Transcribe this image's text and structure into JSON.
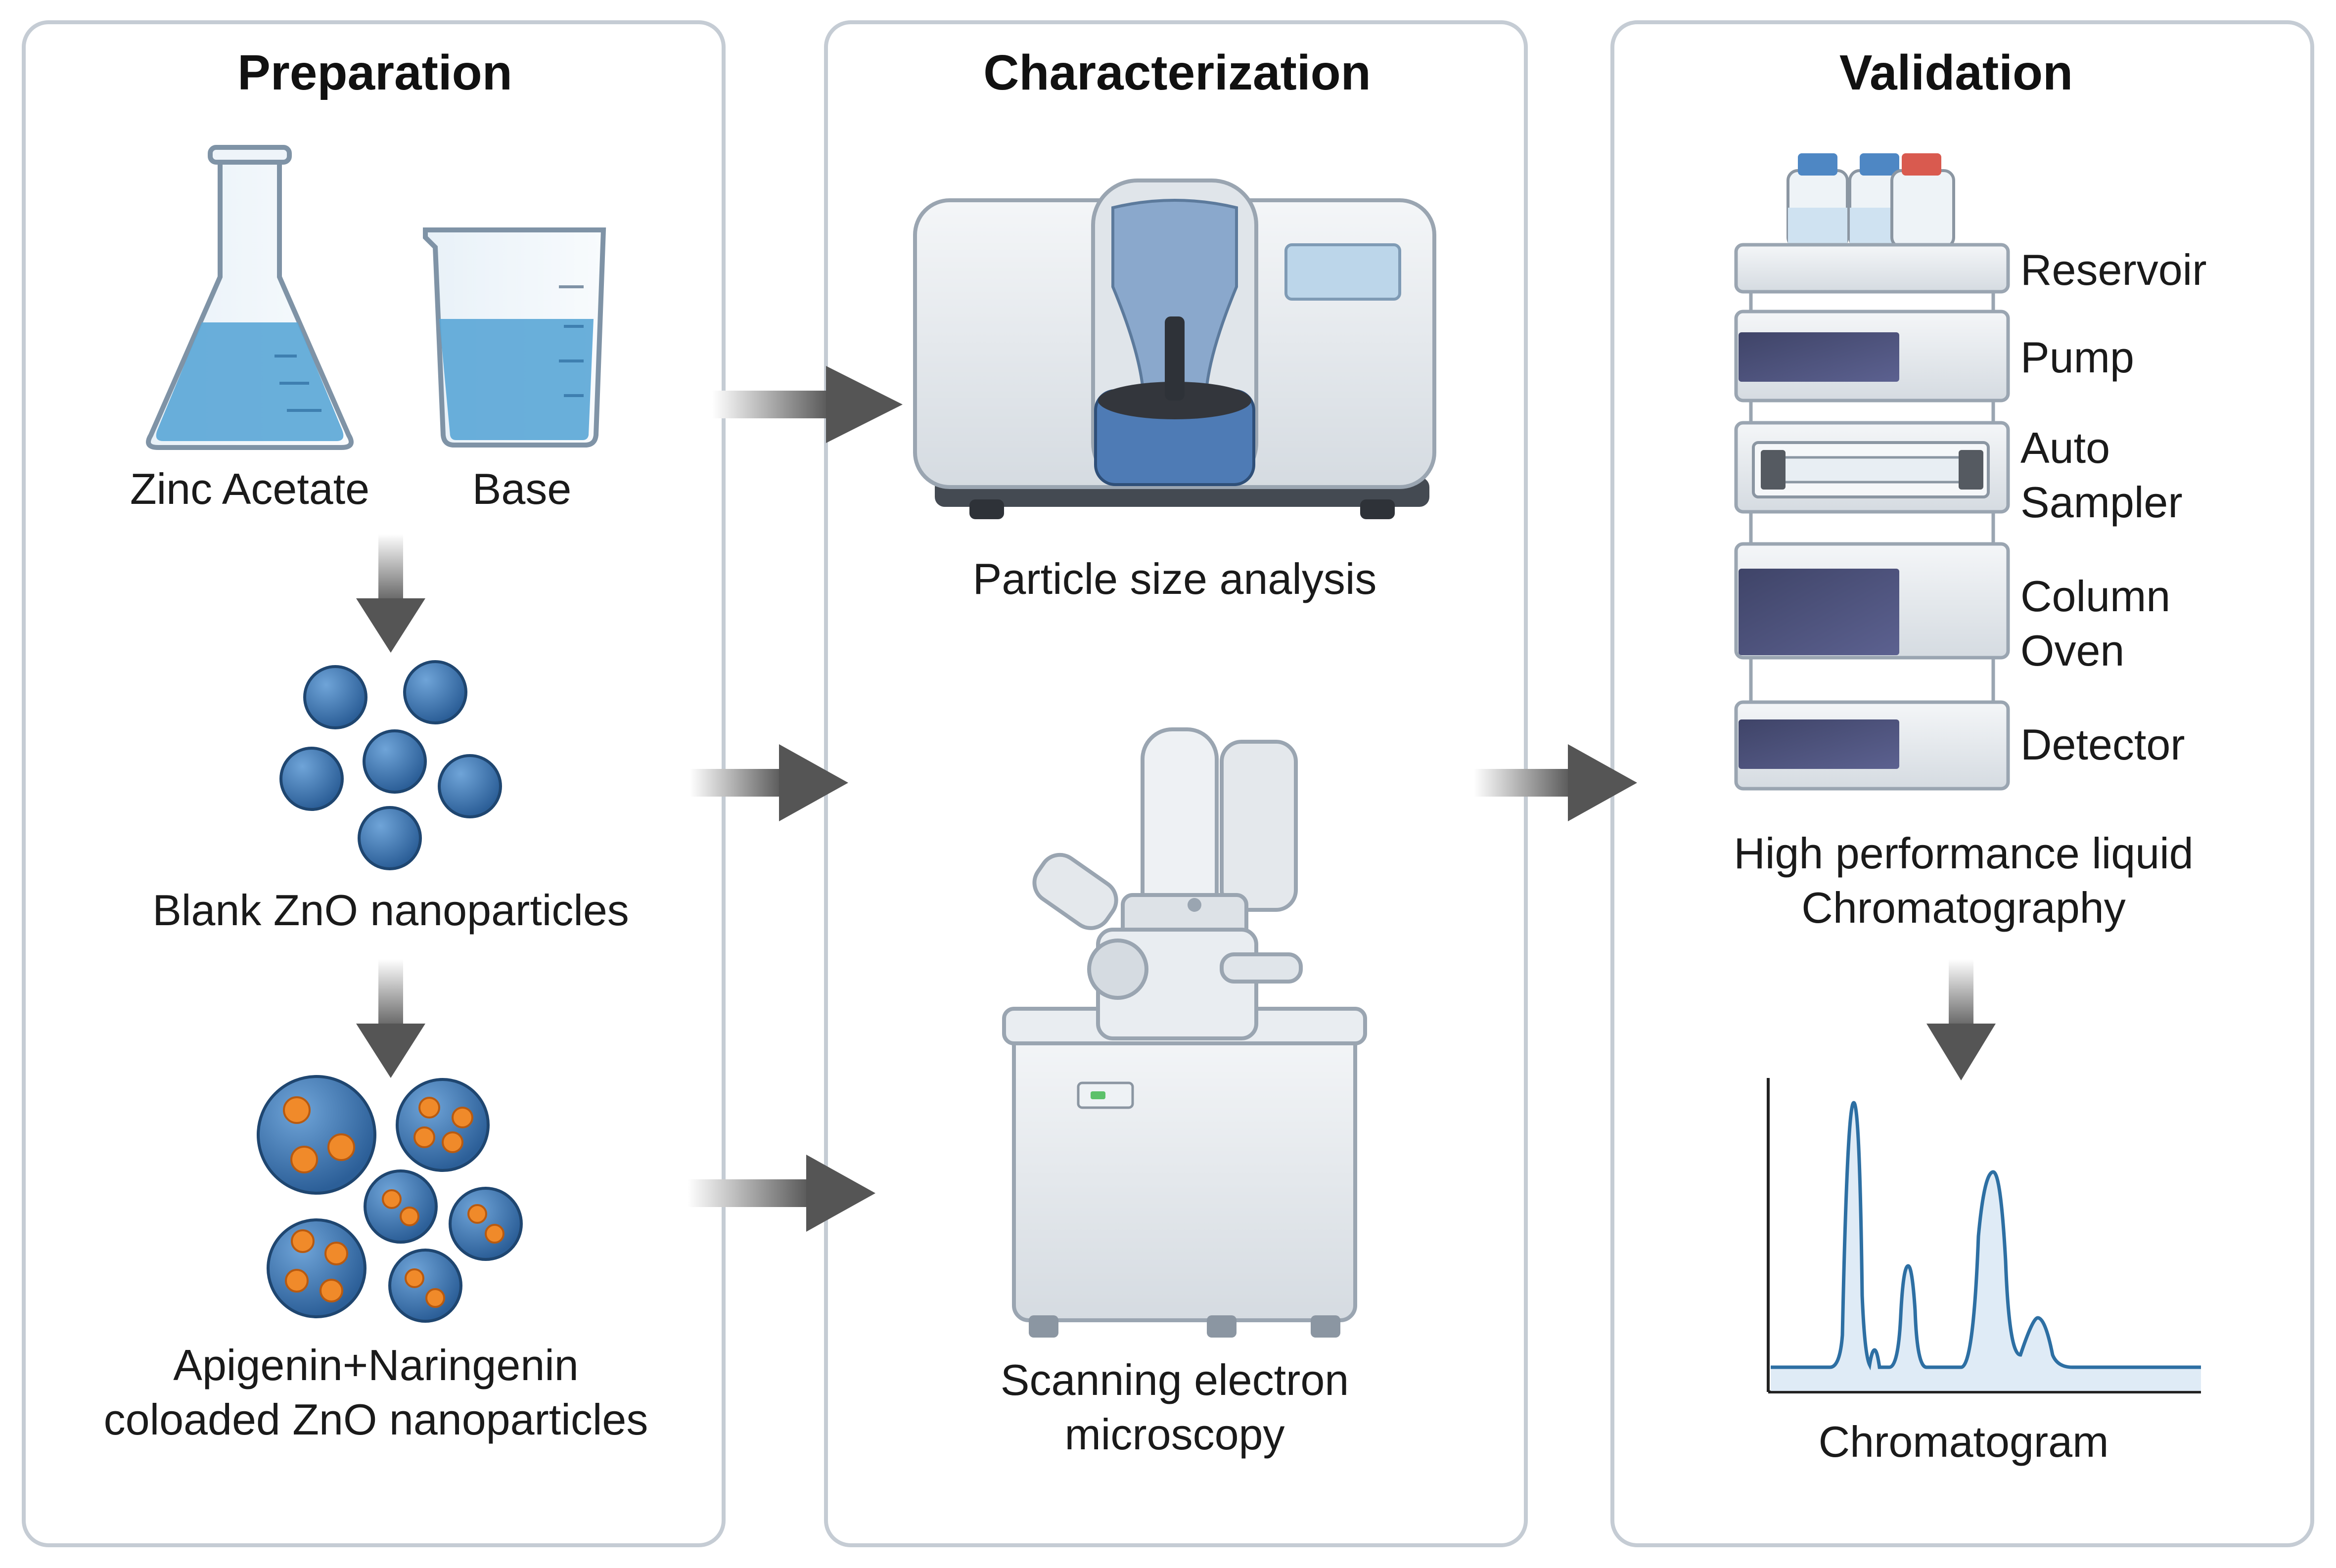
{
  "panels": {
    "preparation": {
      "title": "Preparation",
      "zinc_acetate": "Zinc Acetate",
      "base": "Base",
      "blank": "Blank ZnO nanoparticles",
      "coloaded_line1": "Apigenin+Naringenin",
      "coloaded_line2": "coloaded ZnO nanoparticles"
    },
    "characterization": {
      "title": "Characterization",
      "psa": "Particle size analysis",
      "sem_line1": "Scanning electron",
      "sem_line2": "microscopy"
    },
    "validation": {
      "title": "Validation",
      "reservoir": "Reservoir",
      "pump": "Pump",
      "autosampler_line1": "Auto",
      "autosampler_line2": "Sampler",
      "column_line1": "Column",
      "column_line2": "Oven",
      "detector": "Detector",
      "hplc_line1": "High performance liquid",
      "hplc_line2": "Chromatography",
      "chromatogram": "Chromatogram"
    }
  },
  "colors": {
    "panel_border": "#c5ccd4",
    "arrow": "#555555",
    "liquid": "#5aa6d6",
    "nanoparticle": "#3a73b3",
    "drug": "#f08a2a",
    "trace": "#2d6fa3"
  }
}
